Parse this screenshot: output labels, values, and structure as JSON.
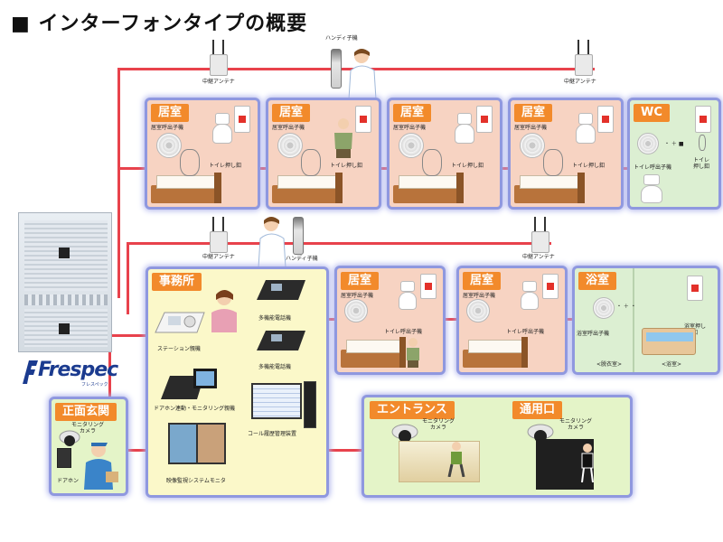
{
  "title": "■ インターフォンタイプの概要",
  "brand": {
    "logo_text": "Frespec",
    "logo_sub": "フレスペック"
  },
  "colors": {
    "wire": "#e8424c",
    "tag": "#f28a2b",
    "room_border": "#8f98df",
    "room_bedroom": "#f7d3c2",
    "room_wc": "#dcefd2",
    "office": "#fbf8c9",
    "entrance": "#e4f4c8"
  },
  "antennas": {
    "label": "中継アンテナ"
  },
  "handy": {
    "label": "ハンディ子機"
  },
  "labels": {
    "living_call": "居室呼出子機",
    "toilet_button": "トイレ押し釦",
    "toilet_call": "トイレ呼出子機",
    "bath_call": "浴室呼出子機",
    "bath_button": "浴室押し釦",
    "station": "ステーション親機",
    "multi_phone": "多機能電話機",
    "door_monitor": "ドアホン連動・モニタリング親機",
    "call_history": "コール履歴管理装置",
    "video_monitor": "映像監視システムモニタ",
    "monitoring_camera": "モニタリングカメラ",
    "doorphone": "ドアホン",
    "dressing": "<脱衣室>",
    "bathroom": "<浴室>"
  },
  "top_row": [
    {
      "tag": "居室"
    },
    {
      "tag": "居室"
    },
    {
      "tag": "居室"
    },
    {
      "tag": "居室"
    },
    {
      "tag": "WC"
    }
  ],
  "bottom_row": [
    {
      "tag": "居室"
    },
    {
      "tag": "居室"
    },
    {
      "tag": "浴室"
    }
  ],
  "office": {
    "tag": "事務所"
  },
  "front": {
    "tag": "正面玄関"
  },
  "entrance": {
    "tag": "エントランス"
  },
  "service": {
    "tag": "通用口"
  }
}
